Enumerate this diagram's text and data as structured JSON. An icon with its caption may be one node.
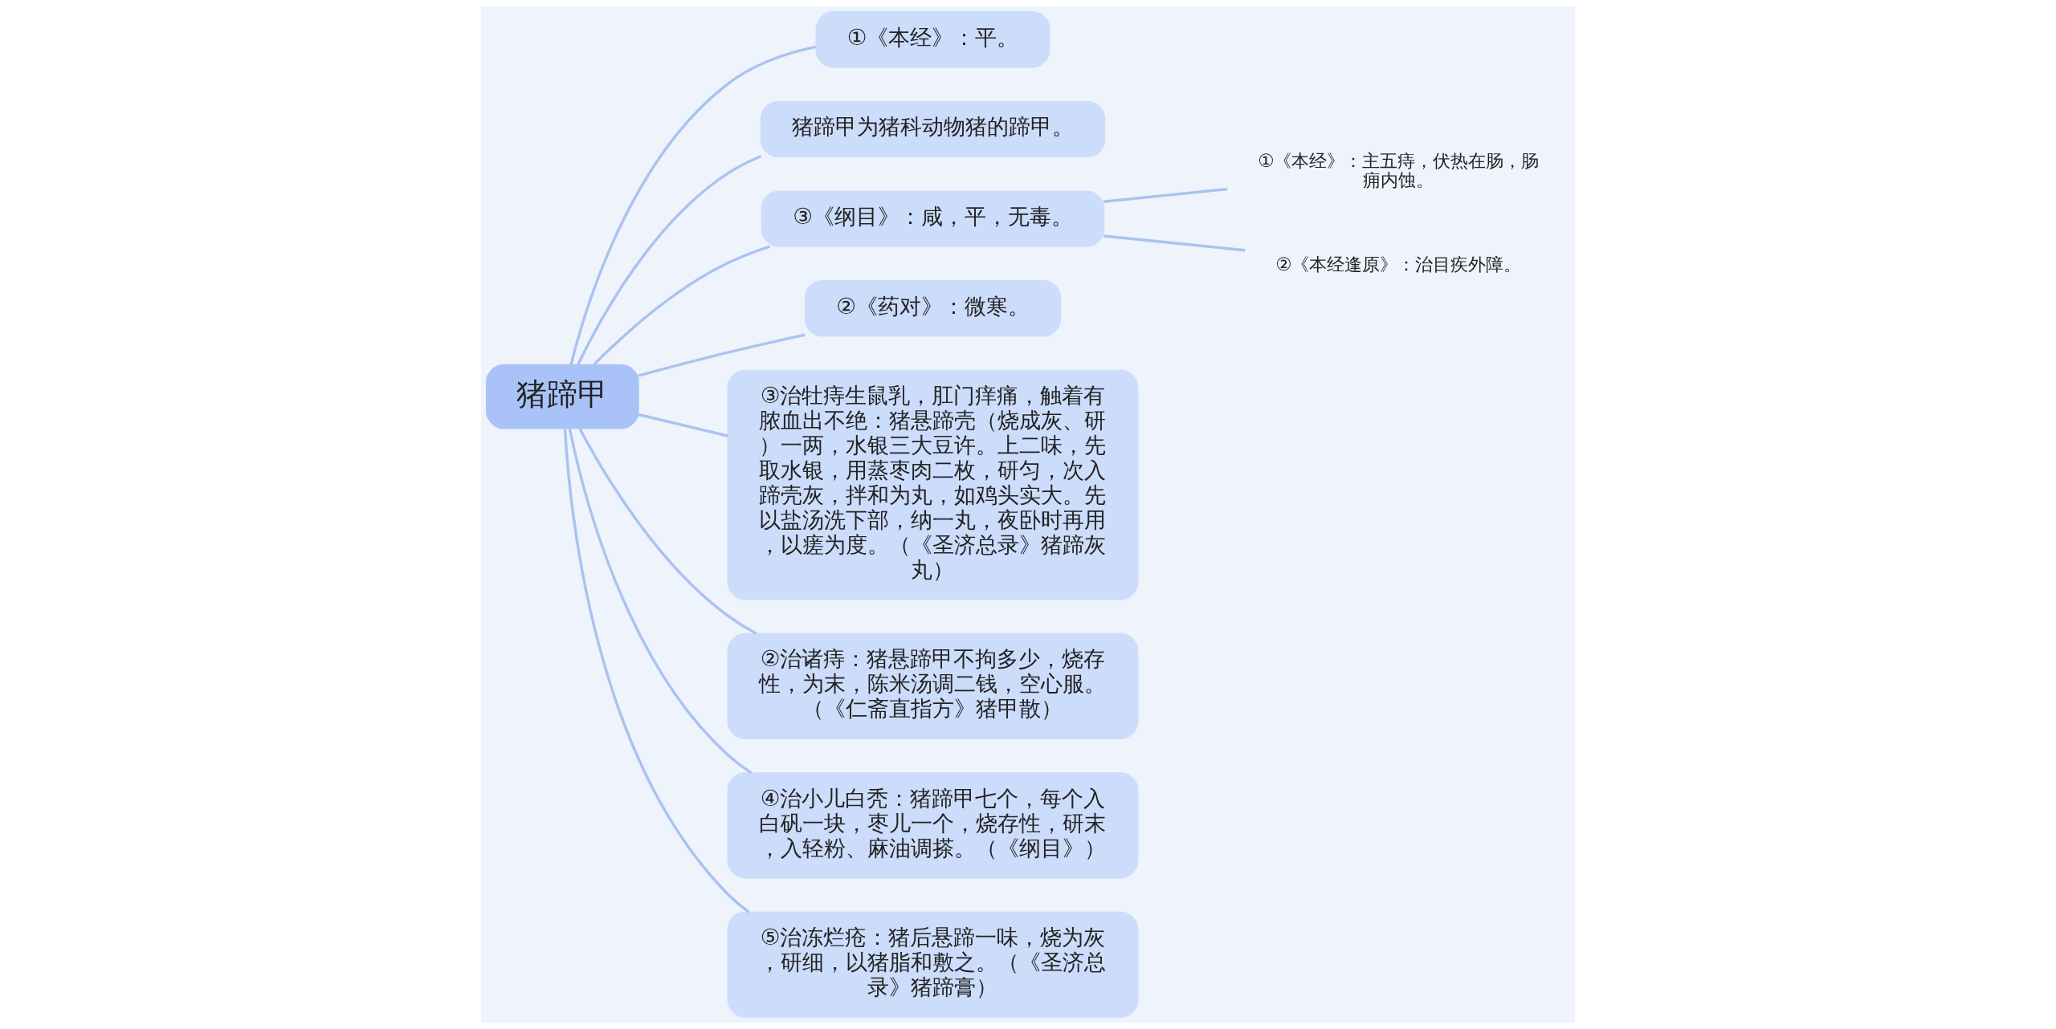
{
  "diagram": {
    "nodes": [
      {
        "text": [
          "猪蹄甲"
        ]
      },
      {
        "text": [
          "①《本经》：平。"
        ]
      },
      {
        "text": [
          "猪蹄甲为猪科动物猪的蹄甲。"
        ]
      },
      {
        "text": [
          "③《纲目》：咸，平，无毒。"
        ]
      },
      {
        "text": [
          "①《本经》：主五痔，伏热在肠，肠痈内蚀。"
        ]
      },
      {
        "text": [
          "②《本经逢原》：治目疾外障。"
        ]
      },
      {
        "text": [
          "②《药对》：微寒。"
        ]
      },
      {
        "text": [
          "③治牡痔生鼠乳，肛门痒痛，触着有脓血出不绝：猪悬蹄壳（烧成灰、研）一两，水银三大豆许。上二味，先取水银，用蒸枣肉二枚，研匀，次入蹄壳灰，拌和为丸，如鸡头实大。先以盐汤洗下部，纳一丸，夜卧时再用，以瘥为度。（《圣济总录》猪蹄灰丸）"
        ]
      },
      {
        "text": [
          "②治诸痔：猪悬蹄甲不拘多少，烧存性，为末，陈米汤调二钱，空心服。（《仁斋直指方》猪甲散）"
        ]
      },
      {
        "text": [
          "④治小儿白秃：猪蹄甲七个，每个入白矾一块，枣儿一个，烧存性，研末，入轻粉、麻油调搽。（《纲目》）"
        ]
      },
      {
        "text": [
          "⑤治冻烂疮：猪后悬蹄一味，烧为灰，研细，以猪脂和敷之。（《圣济总录》猪蹄膏）"
        ]
      }
    ],
    "edges": [
      {
        "from": 0,
        "to": 1,
        "arrow": "none"
      },
      {
        "from": 0,
        "to": 2,
        "arrow": "none"
      },
      {
        "from": 0,
        "to": 3,
        "arrow": "none"
      },
      {
        "from": 3,
        "to": 4,
        "arrow": "none"
      },
      {
        "from": 3,
        "to": 5,
        "arrow": "none"
      },
      {
        "from": 0,
        "to": 6,
        "arrow": "none"
      },
      {
        "from": 0,
        "to": 7,
        "arrow": "none"
      },
      {
        "from": 0,
        "to": 8,
        "arrow": "none"
      },
      {
        "from": 0,
        "to": 9,
        "arrow": "none"
      },
      {
        "from": 0,
        "to": 10,
        "arrow": "none"
      }
    ]
  }
}
